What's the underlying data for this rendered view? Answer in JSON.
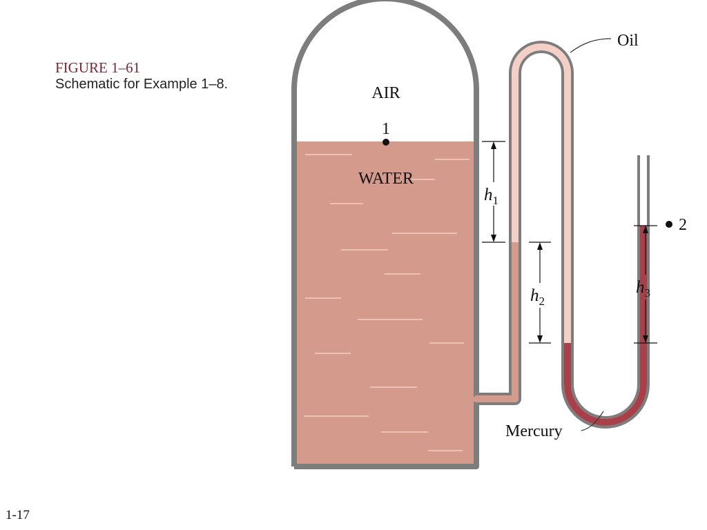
{
  "figure": {
    "title": "FIGURE 1–61",
    "subtitle": "Schematic for Example 1–8."
  },
  "labels": {
    "air": "AIR",
    "water": "WATER",
    "oil": "Oil",
    "mercury": "Mercury",
    "point1": "1",
    "point2": "2",
    "h1": {
      "base": "h",
      "sub": "1"
    },
    "h2": {
      "base": "h",
      "sub": "2"
    },
    "h3": {
      "base": "h",
      "sub": "3"
    }
  },
  "page_number": "1-17",
  "colors": {
    "wall": "#7d7d7d",
    "water": "#d49a8c",
    "oil": "#f3cfc6",
    "mercury": "#a8404a",
    "caption_title": "#7b2534"
  }
}
